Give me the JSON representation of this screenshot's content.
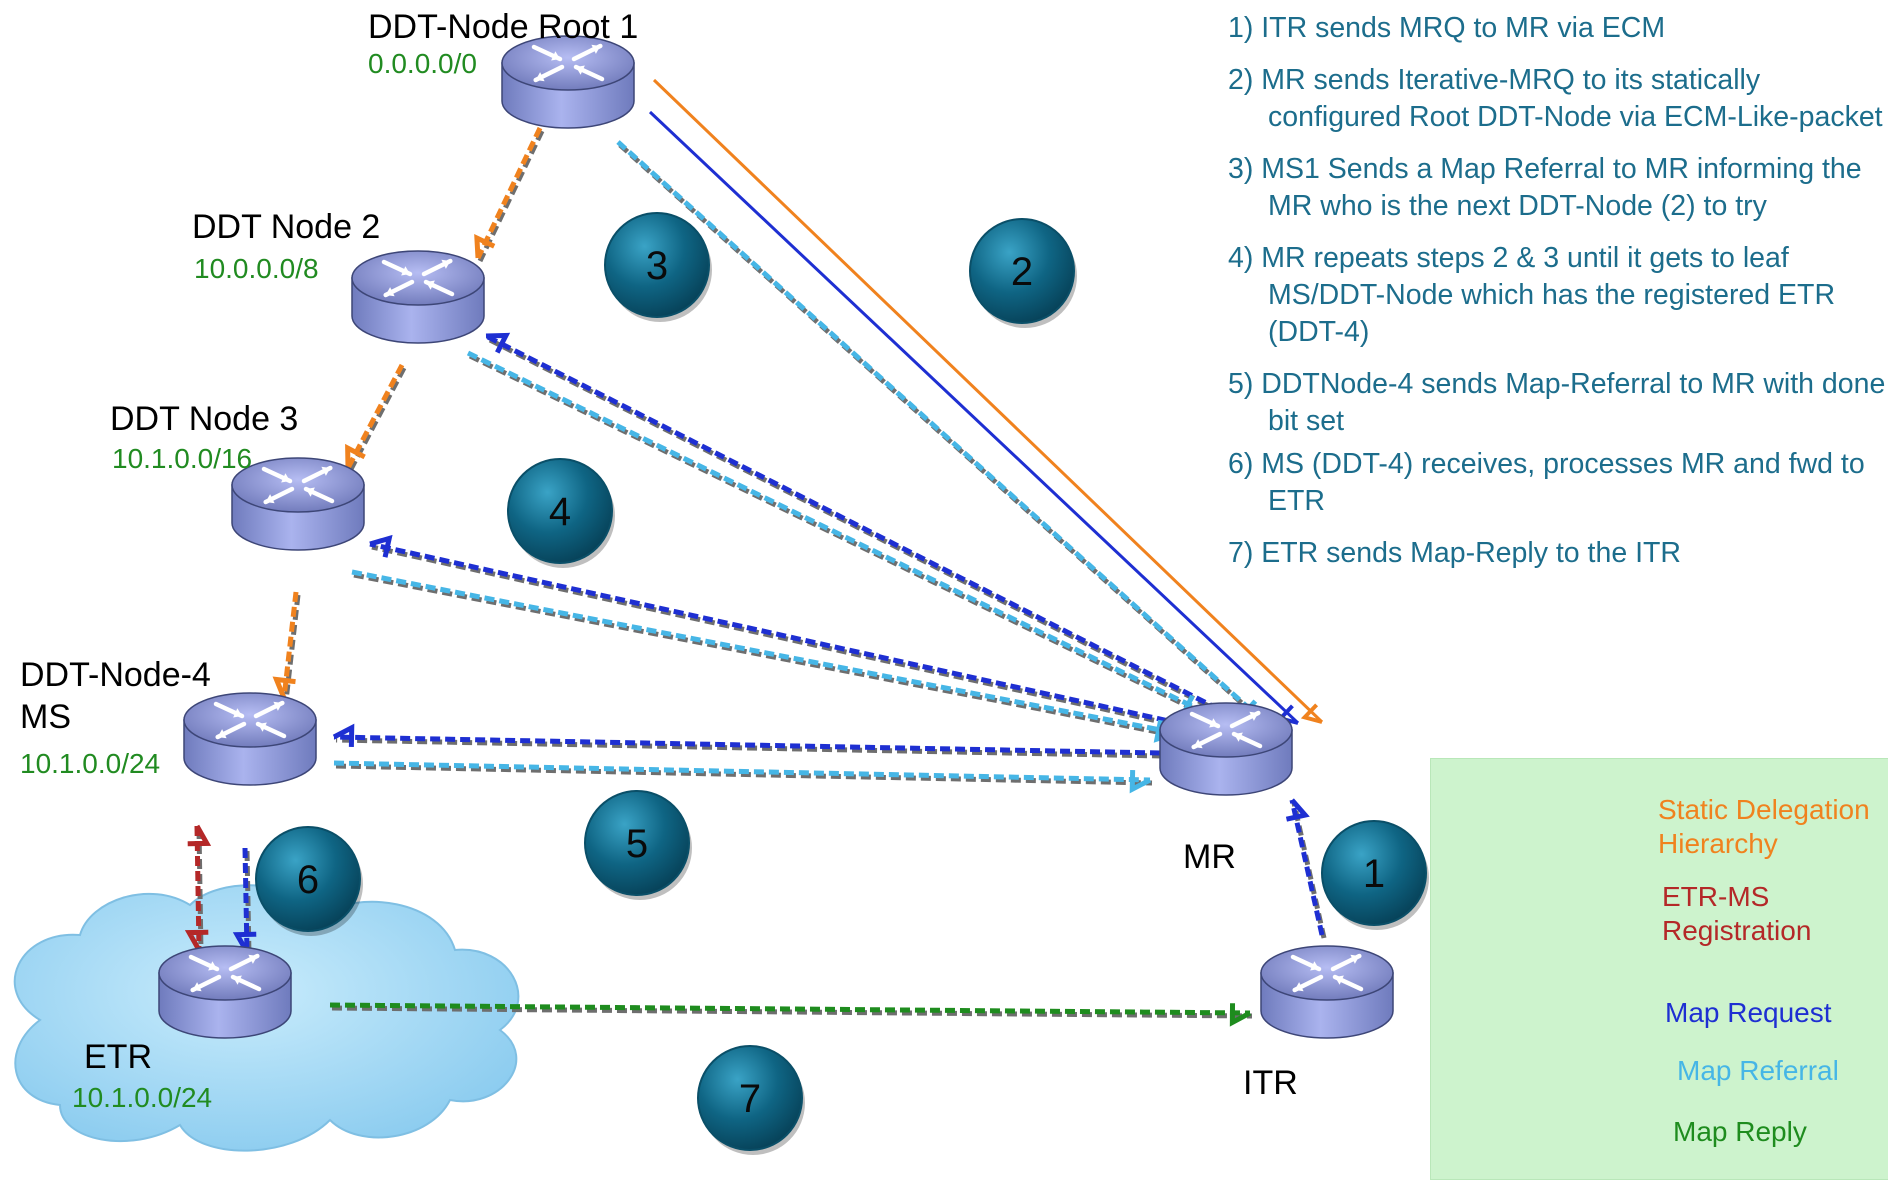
{
  "nodes": {
    "root": {
      "name": "DDT-Node Root 1",
      "prefix": "0.0.0.0/0"
    },
    "node2": {
      "name": "DDT Node 2",
      "prefix": "10.0.0.0/8"
    },
    "node3": {
      "name": "DDT Node 3",
      "prefix": "10.1.0.0/16"
    },
    "node4": {
      "name_line1": "DDT-Node-4",
      "name_line2": "MS",
      "prefix": "10.1.0.0/24"
    },
    "etr": {
      "name": "ETR",
      "prefix": "10.1.0.0/24"
    },
    "mr": {
      "name": "MR"
    },
    "itr": {
      "name": "ITR"
    }
  },
  "badges": [
    "1",
    "2",
    "3",
    "4",
    "5",
    "6",
    "7"
  ],
  "steps": [
    "1) ITR sends MRQ to MR via ECM",
    "2) MR sends Iterative-MRQ to its statically configured Root DDT-Node via ECM-Like-packet",
    "3) MS1 Sends a Map Referral to MR informing the MR who is the next DDT-Node (2) to try",
    "4) MR repeats steps 2 & 3 until it gets to leaf MS/DDT-Node which has the registered ETR (DDT-4)",
    "5) DDTNode-4 sends Map-Referral to MR with done bit set",
    "6) MS (DDT-4) receives, processes MR and fwd to ETR",
    "7) ETR sends Map-Reply to the ITR"
  ],
  "legend": [
    {
      "line1": "Static Delegation",
      "line2": "Hierarchy",
      "color": "#f0821e"
    },
    {
      "line1": "ETR-MS",
      "line2": "Registration",
      "color": "#b42828"
    },
    {
      "line1": "Map Request",
      "line2": "",
      "color": "#1e2fd2"
    },
    {
      "line1": "Map Referral",
      "line2": "",
      "color": "#46b6e6"
    },
    {
      "line1": "Map Reply",
      "line2": "",
      "color": "#1e8c1e"
    }
  ],
  "colors": {
    "delegation": "#f0821e",
    "registration": "#b42828",
    "request": "#1e2fd2",
    "referral": "#46b6e6",
    "reply": "#1e8c1e",
    "router_fill": "#9fa8e4",
    "badge": "#0f6584",
    "cloud": "#a9dcf6",
    "legend_bg": "#cdf3cd"
  }
}
